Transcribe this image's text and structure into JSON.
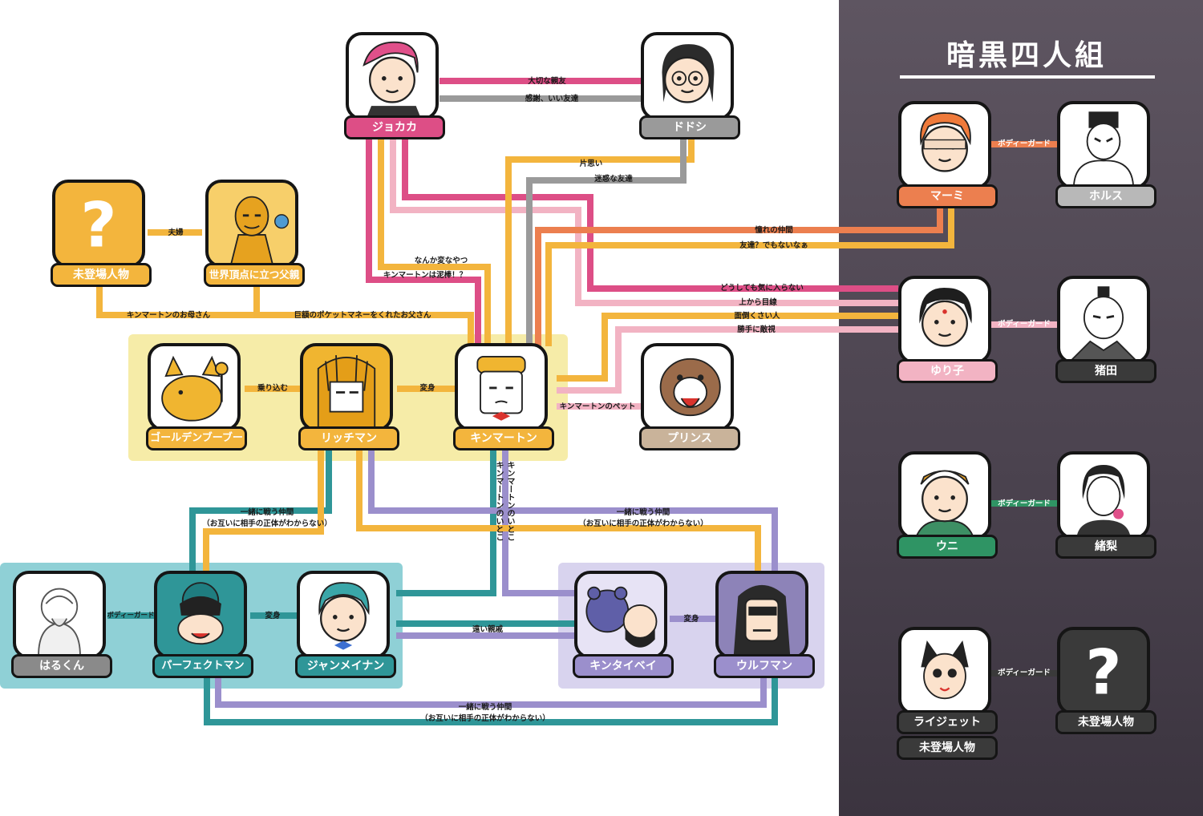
{
  "sidebar": {
    "title": "暗黒四人組"
  },
  "colors": {
    "pink": "#dd4e86",
    "lightpink": "#f2b3c3",
    "gray": "#9a9a9a",
    "yellow": "#f3b53d",
    "orange": "#ec7f4f",
    "teal": "#2f9698",
    "lavender": "#9b8fcc",
    "zone_yellow": "#f6eca8",
    "zone_teal": "#8fd0d6",
    "zone_lavender": "#d8d3ee",
    "sidebar_bg": "#544b58"
  },
  "characters": {
    "jokaka": {
      "name": "ジョカカ",
      "color": "#dd4e86",
      "icon": "pink-hair-girl-icon"
    },
    "dodoshi": {
      "name": "ドドシ",
      "color": "#9a9a9a",
      "icon": "glasses-girl-icon"
    },
    "unknown1": {
      "name": "未登場人物",
      "color": "#f3b53d",
      "icon": "question-mark-icon"
    },
    "father": {
      "name": "世界頂点に立つ父親",
      "color": "#f3b53d",
      "icon": "rich-father-icon"
    },
    "golden": {
      "name": "ゴールデンブーブー",
      "color": "#f3b53d",
      "icon": "golden-pig-icon"
    },
    "richman": {
      "name": "リッチマン",
      "color": "#f3b53d",
      "icon": "gold-armor-icon"
    },
    "kinmaton": {
      "name": "キンマートン",
      "color": "#f3b53d",
      "icon": "blond-boy-icon"
    },
    "prince": {
      "name": "プリンス",
      "color": "#c9b39a",
      "icon": "pet-dog-icon"
    },
    "haru": {
      "name": "はるくん",
      "color": "#8a8a8a",
      "icon": "old-man-icon"
    },
    "perfect": {
      "name": "パーフェクトマン",
      "color": "#2f9698",
      "icon": "teal-hero-icon"
    },
    "jan": {
      "name": "ジャンメイナン",
      "color": "#2f9698",
      "icon": "teal-hair-boy-icon"
    },
    "kintai": {
      "name": "キンタイベイ",
      "color": "#9b8fcc",
      "icon": "bear-and-man-icon"
    },
    "wolf": {
      "name": "ウルフマン",
      "color": "#9b8fcc",
      "icon": "dark-hero-icon"
    },
    "mami": {
      "name": "マーミ",
      "color": "#ec7f4f",
      "icon": "orange-hair-boy-icon"
    },
    "horus": {
      "name": "ホルス",
      "color": "#b8b8b8",
      "icon": "muscle-man-icon"
    },
    "yuriko": {
      "name": "ゆり子",
      "color": "#f2b3c3",
      "icon": "black-hair-child-icon"
    },
    "inoda": {
      "name": "猪田",
      "color": "#3a3a3a",
      "icon": "samurai-man-icon"
    },
    "uni": {
      "name": "ウニ",
      "color": "#2f9464",
      "icon": "monk-boy-icon"
    },
    "orinashi": {
      "name": "緒梨",
      "color": "#3a3a3a",
      "icon": "ponytail-man-icon"
    },
    "raijet": {
      "name": "ライジェット",
      "sub": "未登場人物",
      "color": "#3a3a3a",
      "icon": "robot-boy-icon"
    },
    "unknown2": {
      "name": "未登場人物",
      "color": "#3a3a3a",
      "icon": "question-mark-icon"
    }
  },
  "relations": {
    "best_friend": "大切な親友",
    "thanks_friend": "感謝、いい友達",
    "one_sided_love": "片思い",
    "annoying_friend": "迷惑な友達",
    "married": "夫婦",
    "odd_guy": "なんか変なやつ",
    "thief": "キンマートンは泥棒！？",
    "mother": "キンマートンのお母さん",
    "father_money": "巨額のポケットマネーをくれたお父さん",
    "admired_peer": "憧れの仲間",
    "not_friend": "友達？でもないなぁ",
    "dislike": "どうしても気に入らない",
    "condescending": "上から目線",
    "troublesome": "面倒くさい人",
    "rival": "勝手に敵視",
    "ride": "乗り込む",
    "transform1": "変身",
    "pet": "キンマートンのペット",
    "cousin1": "キンマートンのいとこ",
    "cousin2": "キンマートンのいとこ",
    "ally_a_line1": "一緒に戦う仲間",
    "ally_a_line2": "（お互いに相手の正体がわからない）",
    "ally_b_line1": "一緒に戦う仲間",
    "ally_b_line2": "（お互いに相手の正体がわからない）",
    "ally_c_line1": "一緒に戦う仲間",
    "ally_c_line2": "（お互いに相手の正体がわからない）",
    "bodyguard_haru": "ボディーガード",
    "transform2": "変身",
    "distant_relative": "遠い親戚",
    "transform3": "変身",
    "bg1": "ボディーガード",
    "bg2": "ボディーガード",
    "bg3": "ボディーガード",
    "bg4": "ボディーガード"
  }
}
